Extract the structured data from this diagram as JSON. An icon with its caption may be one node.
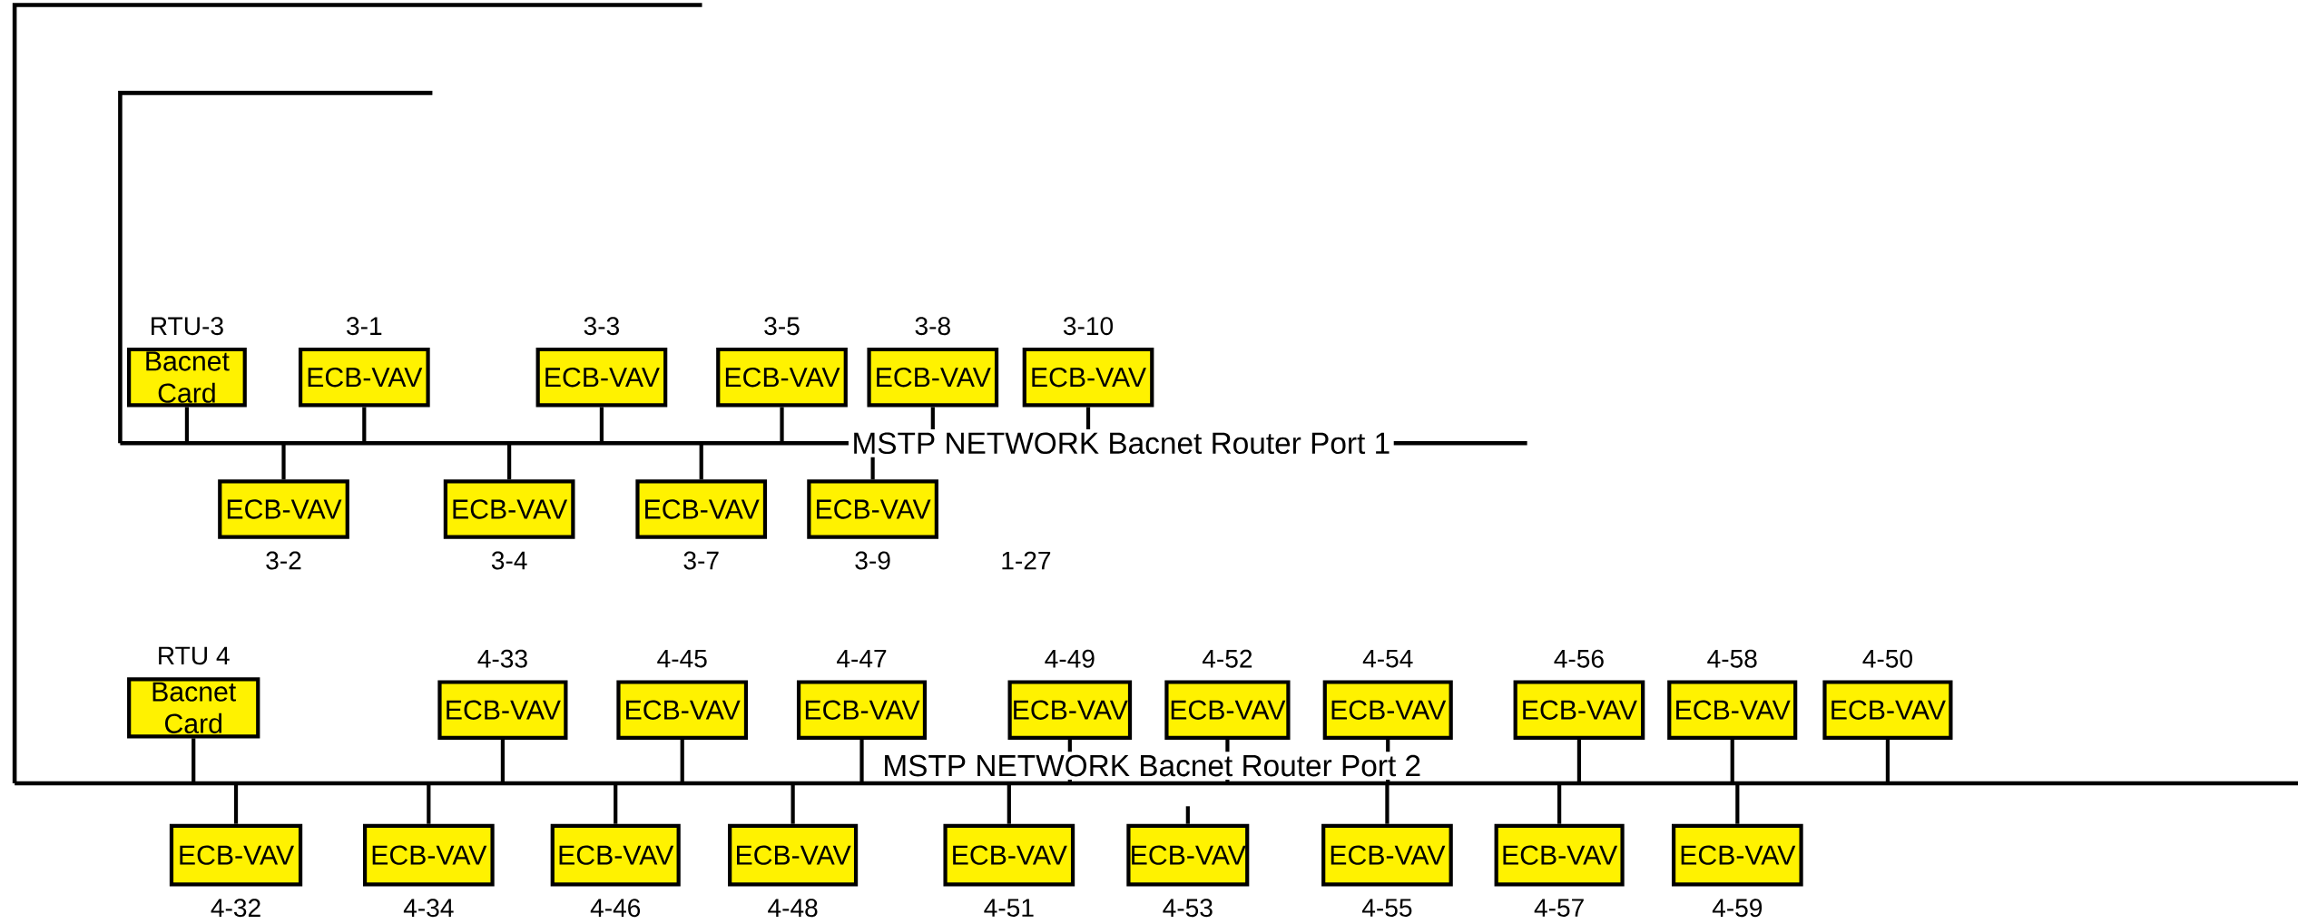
{
  "diagram": {
    "nodes": [
      {
        "text": [],
        "shape": "bar"
      },
      {
        "text": [
          "Bacnet Card"
        ],
        "beside": [
          "RTU-3"
        ]
      },
      {
        "text": [
          "ECB-VAV"
        ],
        "beside": [
          "3-1"
        ]
      },
      {
        "text": [
          "ECB-VAV"
        ],
        "beside": [
          "3-3"
        ]
      },
      {
        "text": [
          "ECB-VAV"
        ],
        "beside": [
          "3-5"
        ]
      },
      {
        "text": [
          "ECB-VAV"
        ],
        "beside": [
          "3-8"
        ]
      },
      {
        "text": [
          "ECB-VAV"
        ],
        "beside": [
          "3-10"
        ]
      },
      {
        "text": [
          "ECB-VAV"
        ],
        "beside": [
          "3-2"
        ]
      },
      {
        "text": [
          "ECB-VAV"
        ],
        "beside": [
          "3-4"
        ]
      },
      {
        "text": [
          "ECB-VAV"
        ],
        "beside": [
          "3-7"
        ]
      },
      {
        "text": [
          "ECB-VAV"
        ],
        "beside": [
          "3-9"
        ]
      },
      {
        "text": [],
        "shape": "bar"
      },
      {
        "text": [
          "Bacnet Card"
        ],
        "beside": [
          "RTU 4"
        ]
      },
      {
        "text": [
          "ECB-VAV"
        ],
        "beside": [
          "4-33"
        ]
      },
      {
        "text": [
          "ECB-VAV"
        ],
        "beside": [
          "4-45"
        ]
      },
      {
        "text": [
          "ECB-VAV"
        ],
        "beside": [
          "4-47"
        ]
      },
      {
        "text": [
          "ECB-VAV"
        ],
        "beside": [
          "4-49"
        ]
      },
      {
        "text": [
          "ECB-VAV"
        ],
        "beside": [
          "4-52"
        ]
      },
      {
        "text": [
          "ECB-VAV"
        ],
        "beside": [
          "4-54"
        ]
      },
      {
        "text": [
          "ECB-VAV"
        ],
        "beside": [
          "4-56"
        ]
      },
      {
        "text": [
          "ECB-VAV"
        ],
        "beside": [
          "4-58"
        ]
      },
      {
        "text": [
          "ECB-VAV"
        ],
        "beside": [
          "4-50"
        ]
      },
      {
        "text": [
          "ECB-VAV"
        ],
        "beside": [
          "4-32"
        ]
      },
      {
        "text": [
          "ECB-VAV"
        ],
        "beside": [
          "4-34"
        ]
      },
      {
        "text": [
          "ECB-VAV"
        ],
        "beside": [
          "4-46"
        ]
      },
      {
        "text": [
          "ECB-VAV"
        ],
        "beside": [
          "4-48"
        ]
      },
      {
        "text": [
          "ECB-VAV"
        ],
        "beside": [
          "4-51"
        ]
      },
      {
        "text": [
          "ECB-VAV"
        ],
        "beside": [
          "4-53"
        ]
      },
      {
        "text": [
          "ECB-VAV"
        ],
        "beside": [
          "4-55"
        ]
      },
      {
        "text": [
          "ECB-VAV"
        ],
        "beside": [
          "4-57"
        ]
      },
      {
        "text": [
          "ECB-VAV"
        ],
        "beside": [
          "4-59"
        ]
      }
    ],
    "edges": [
      {
        "from": 1,
        "to": 0,
        "arrow": "none"
      },
      {
        "from": 2,
        "to": 0,
        "arrow": "none"
      },
      {
        "from": 3,
        "to": 0,
        "arrow": "none"
      },
      {
        "from": 4,
        "to": 0,
        "arrow": "none"
      },
      {
        "from": 5,
        "to": 0,
        "arrow": "none"
      },
      {
        "from": 6,
        "to": 0,
        "arrow": "none"
      },
      {
        "from": 7,
        "to": 0,
        "arrow": "none"
      },
      {
        "from": 8,
        "to": 0,
        "arrow": "none"
      },
      {
        "from": 9,
        "to": 0,
        "arrow": "none"
      },
      {
        "from": 10,
        "to": 0,
        "arrow": "none"
      },
      {
        "from": 12,
        "to": 11,
        "arrow": "none"
      },
      {
        "from": 13,
        "to": 11,
        "arrow": "none"
      },
      {
        "from": 14,
        "to": 11,
        "arrow": "none"
      },
      {
        "from": 15,
        "to": 11,
        "arrow": "none"
      },
      {
        "from": 16,
        "to": 11,
        "arrow": "none"
      },
      {
        "from": 17,
        "to": 11,
        "arrow": "none"
      },
      {
        "from": 18,
        "to": 11,
        "arrow": "none"
      },
      {
        "from": 19,
        "to": 11,
        "arrow": "none"
      },
      {
        "from": 20,
        "to": 11,
        "arrow": "none"
      },
      {
        "from": 21,
        "to": 11,
        "arrow": "none"
      },
      {
        "from": 22,
        "to": 11,
        "arrow": "none"
      },
      {
        "from": 23,
        "to": 11,
        "arrow": "none"
      },
      {
        "from": 24,
        "to": 11,
        "arrow": "none"
      },
      {
        "from": 25,
        "to": 11,
        "arrow": "none"
      },
      {
        "from": 26,
        "to": 11,
        "arrow": "none"
      },
      {
        "from": 27,
        "to": null,
        "arrow": "none"
      },
      {
        "from": 28,
        "to": 11,
        "arrow": "none"
      },
      {
        "from": 29,
        "to": 11,
        "arrow": "none"
      },
      {
        "from": 30,
        "to": 11,
        "arrow": "none"
      }
    ],
    "labels": [
      "MSTP  NETWORK Bacnet Router Port 1",
      "1-27",
      "MSTP  NETWORK Bacnet Router Port 2"
    ]
  }
}
